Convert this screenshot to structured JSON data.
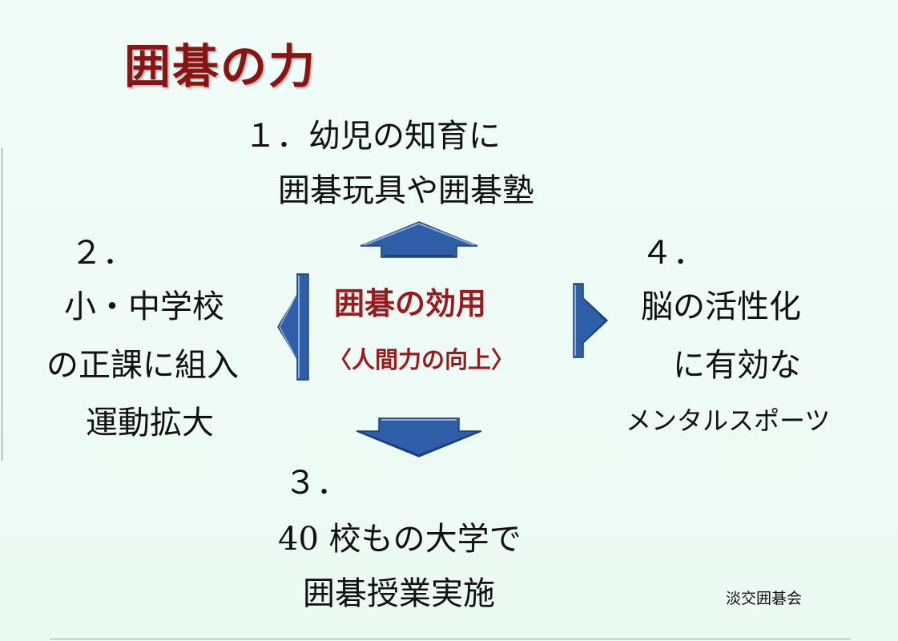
{
  "title": "囲碁の力",
  "center": {
    "title": "囲碁の効用",
    "subtitle": "〈人間力の向上〉"
  },
  "items": {
    "item1": {
      "number": "１．",
      "line1": "幼児の知育に",
      "line2": "囲碁玩具や囲碁塾"
    },
    "item2": {
      "number": "２．",
      "line1": "小・中学校",
      "line2": "の正課に組入",
      "line3": "運動拡大"
    },
    "item3": {
      "number": "３．",
      "line1": "40 校もの大学で",
      "line2": "囲碁授業実施"
    },
    "item4": {
      "number": "４．",
      "line1": "脳の活性化",
      "line2": "に有効な",
      "line3": "メンタルスポーツ"
    }
  },
  "footer": "淡交囲碁会",
  "colors": {
    "background": "#eefbf6",
    "title": "#8a1414",
    "center_text": "#9a1b1b",
    "arrow_fill": "#2f5ea8",
    "arrow_dark": "#1b3f7c",
    "arrow_light": "#8fb0de"
  }
}
